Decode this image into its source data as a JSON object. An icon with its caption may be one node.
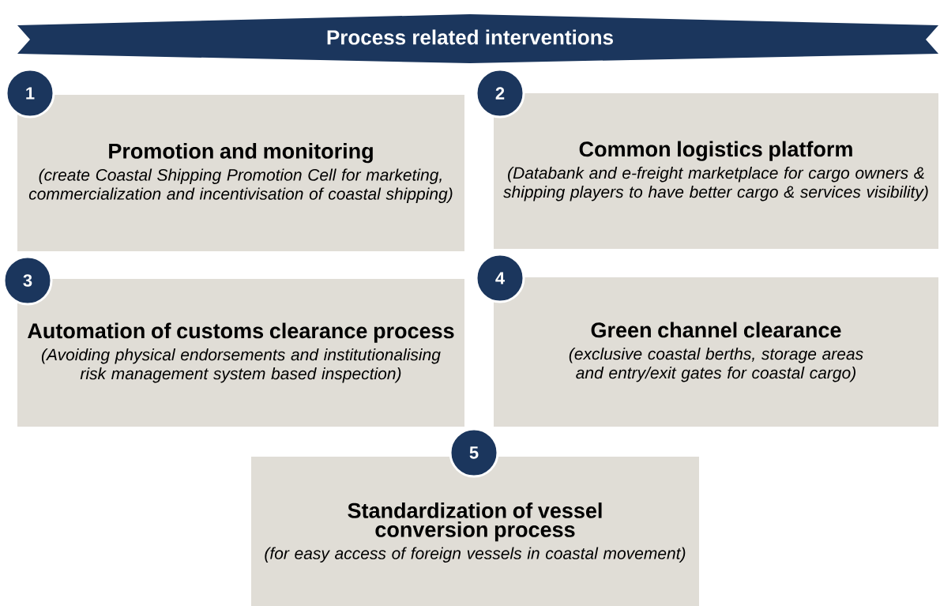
{
  "diagram": {
    "nodes": [
      {
        "text": [
          "Process related interventions"
        ]
      },
      {
        "text": [
          "Promotion and monitoring",
          "(create Coastal Shipping Promotion Cell for marketing, commercialization and incentivisation of coastal shipping)"
        ]
      },
      {
        "text": [
          "1"
        ]
      },
      {
        "text": [
          "Common logistics platform",
          "(Databank and e-freight marketplace for cargo owners & shipping players to have better cargo & services visibility)"
        ]
      },
      {
        "text": [
          "2"
        ]
      },
      {
        "text": [
          "Automation of customs clearance process",
          "(Avoiding physical endorsements and institutionalising risk management system based inspection)"
        ]
      },
      {
        "text": [
          "3"
        ]
      },
      {
        "text": [
          "Green channel clearance",
          "(exclusive coastal berths, storage areas and entry/exit gates for coastal cargo)"
        ]
      },
      {
        "text": [
          "4"
        ]
      },
      {
        "text": [
          "Standardization of vessel conversion process",
          "(for easy access of foreign vessels in coastal movement)"
        ]
      },
      {
        "text": [
          "5"
        ]
      }
    ]
  }
}
